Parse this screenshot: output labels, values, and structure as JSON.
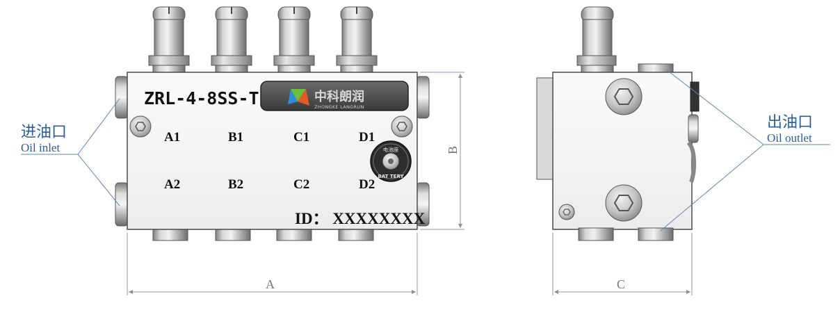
{
  "front_view": {
    "model_label": "ZRL-4-8SS-T",
    "port_labels_top": [
      "A1",
      "B1",
      "C1",
      "D1"
    ],
    "port_labels_bottom": [
      "A2",
      "B2",
      "C2",
      "D2"
    ],
    "id_label": "ID： XXXXXXXX",
    "logo": {
      "cn_text": "中科朗润",
      "en_text": "ZHONGKE LANGRUN"
    },
    "badge": {
      "top_text": "电池座",
      "bottom_text": "BAT TERY"
    }
  },
  "annotations": {
    "inlet_cn": "进油口",
    "inlet_en": "Oil inlet",
    "outlet_cn": "出油口",
    "outlet_en": "Oil outlet"
  },
  "dimensions": {
    "width_label": "A",
    "height_label": "B",
    "depth_label": "C"
  },
  "colors": {
    "annotation_blue": "#2a5d9c",
    "leader_line": "#5e86b5",
    "dimension_line": "#9a93a8",
    "body_grey": "#f4f4f4"
  }
}
